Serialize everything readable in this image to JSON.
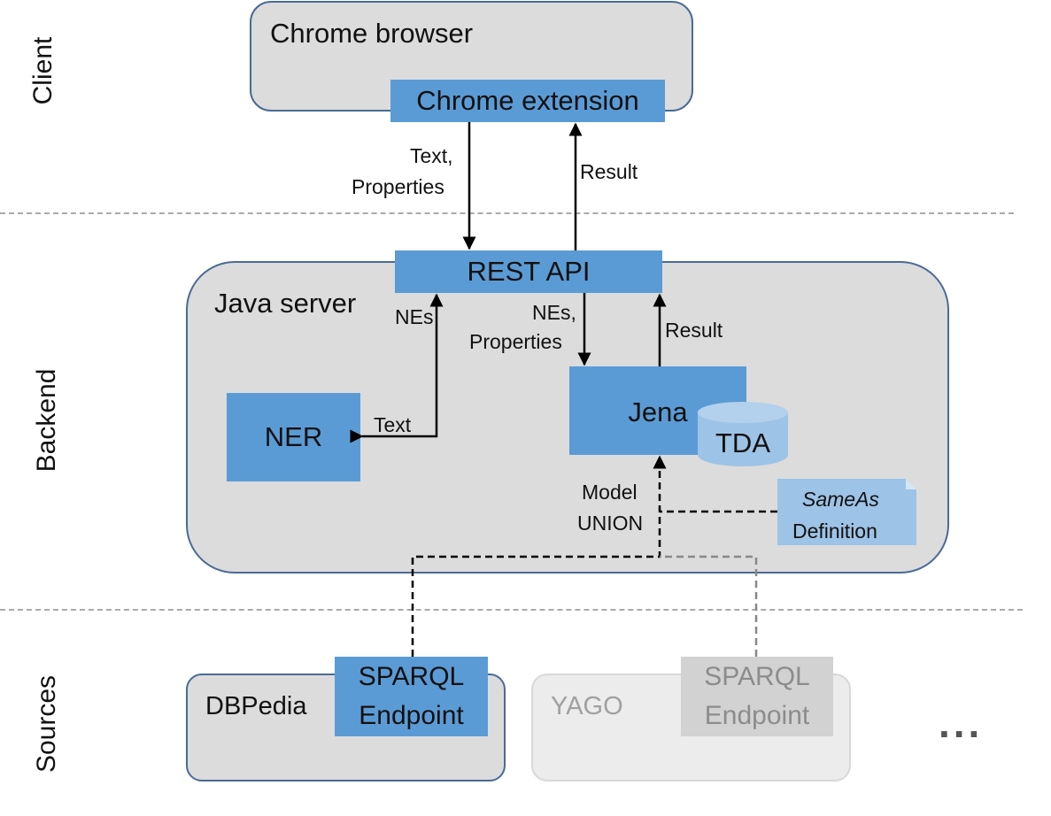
{
  "zones": {
    "client": "Client",
    "backend": "Backend",
    "sources": "Sources"
  },
  "client": {
    "browser_title": "Chrome browser",
    "extension_label": "Chrome extension"
  },
  "backend": {
    "server_title": "Java server",
    "rest_api_label": "REST API",
    "ner_label": "NER",
    "jena_label": "Jena",
    "tda_label": "TDA",
    "sameas_title": "SameAs",
    "sameas_subtitle": "Definition"
  },
  "edges": {
    "text_properties_line1": "Text,",
    "text_properties_line2": "Properties",
    "result_top": "Result",
    "nes_left": "NEs",
    "nes_properties_line1": "NEs,",
    "nes_properties_line2": "Properties",
    "result_jena": "Result",
    "text_ner": "Text",
    "model_union_line1": "Model",
    "model_union_line2": "UNION"
  },
  "sources": {
    "dbpedia": {
      "title": "DBPedia",
      "endpoint_line1": "SPARQL",
      "endpoint_line2": "Endpoint"
    },
    "yago": {
      "title": "YAGO",
      "endpoint_line1": "SPARQL",
      "endpoint_line2": "Endpoint"
    },
    "more": "..."
  },
  "colors": {
    "box_blue": "#5b9bd5",
    "light_blue": "#9dc3e6",
    "container_gray": "#dcdcdc",
    "border_navy": "#4a6b96",
    "faded_gray": "#a0a0a0"
  }
}
